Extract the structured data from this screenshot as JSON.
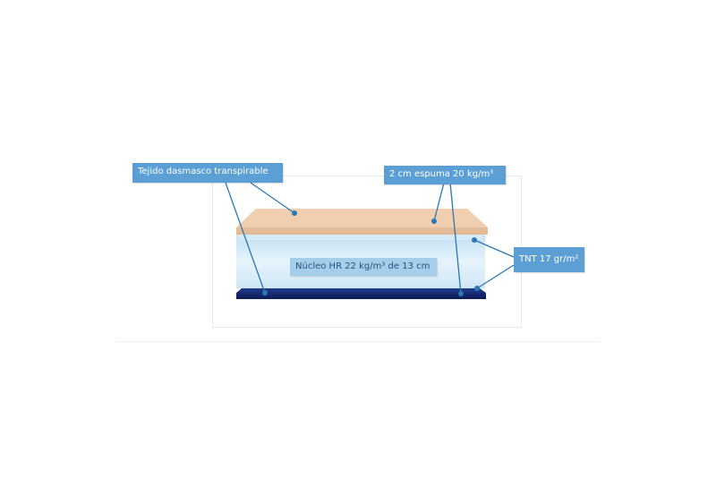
{
  "labels": {
    "fabric": "Tejido dasmasco transpirable",
    "foam": "2 cm espuma 20  kg/m³",
    "tnt": "TNT 17 gr/m²",
    "core": "Núcleo HR 22 kg/m³  de 13 cm"
  },
  "colors": {
    "label_bg": "#5b9fd4",
    "label_core_bg": "#a6cdea",
    "foam_layer": "#edc9a6",
    "core_layer": "#cfe7f6",
    "base_layer": "#16236b",
    "leader_line": "#2a78b5"
  }
}
